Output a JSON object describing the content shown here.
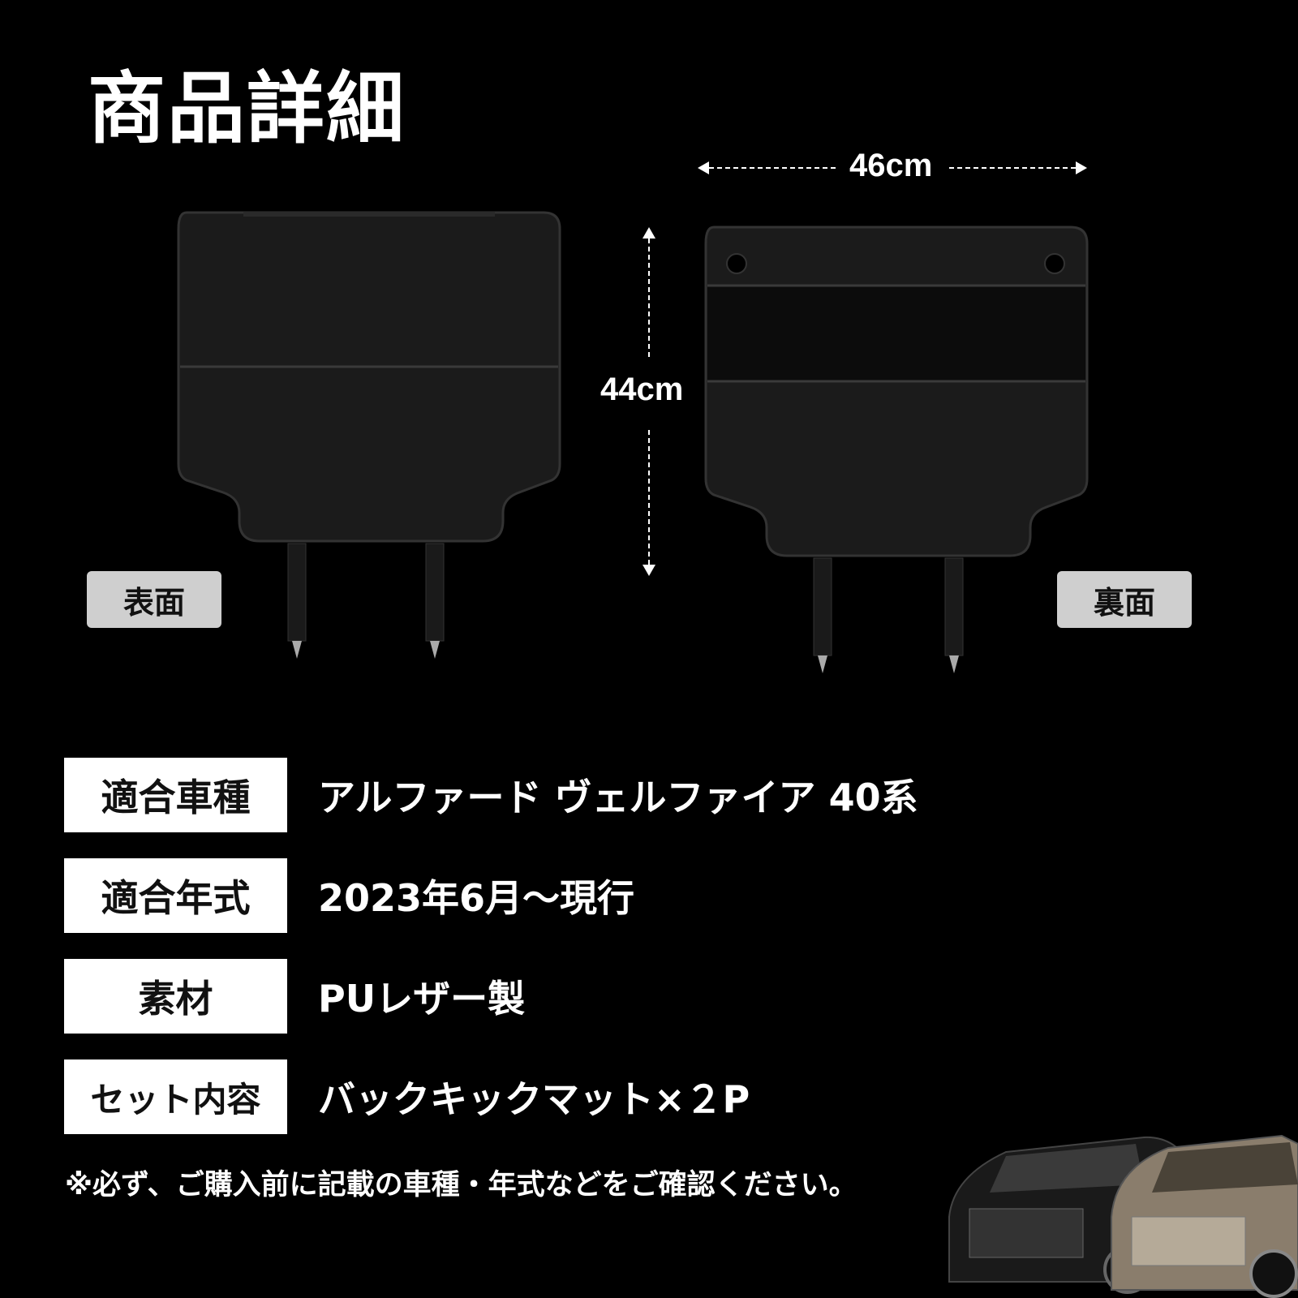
{
  "title": "商品詳細",
  "dimensions": {
    "width": "46cm",
    "height": "44cm"
  },
  "sides": {
    "front": "表面",
    "back": "裏面"
  },
  "specs": [
    {
      "key": "適合車種",
      "value": "アルファード ヴェルファイア 40系"
    },
    {
      "key": "適合年式",
      "value": "2023年6月〜現行"
    },
    {
      "key": "素材",
      "value": "PUレザー製"
    },
    {
      "key": "セット内容",
      "value": "バックキックマット×２P"
    }
  ],
  "note": "※必ず、ご購入前に記載の車種・年式などをご確認ください。",
  "colors": {
    "background": "#000000",
    "badge": "#cfcfcf",
    "spec_key_bg": "#ffffff"
  }
}
